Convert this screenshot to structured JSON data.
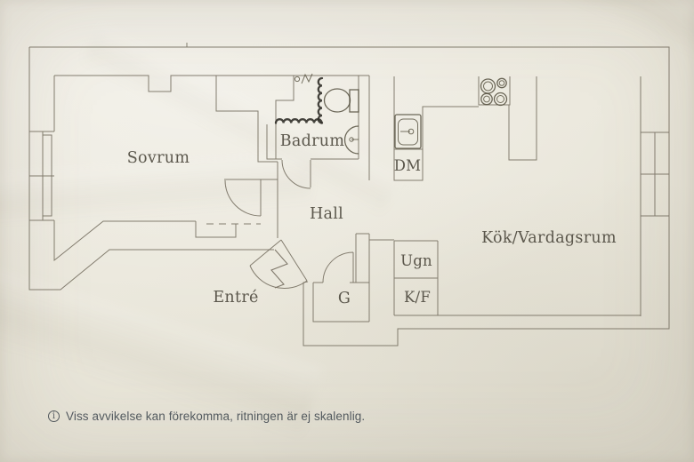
{
  "colors": {
    "paper": "#eae7db",
    "wall-line": "#7a7365",
    "fixture-line": "#55503f",
    "curtain-line": "#32302a",
    "label": "#4f4b40",
    "note": "#535a60"
  },
  "rooms": {
    "sovrum": {
      "label": "Sovrum"
    },
    "badrum": {
      "label": "Badrum"
    },
    "hall": {
      "label": "Hall"
    },
    "entre": {
      "label": "Entré"
    },
    "kok_vardagsrum": {
      "label": "Kök/Vardagsrum"
    },
    "garderob": {
      "label": "G"
    }
  },
  "appliances": {
    "dishwasher": {
      "label": "DM"
    },
    "oven": {
      "label": "Ugn"
    },
    "fridge_freezer": {
      "label": "K/F"
    }
  },
  "footnote": {
    "icon_glyph": "i",
    "text": "Viss avvikelse kan förekomma, ritningen är ej skalenlig."
  }
}
